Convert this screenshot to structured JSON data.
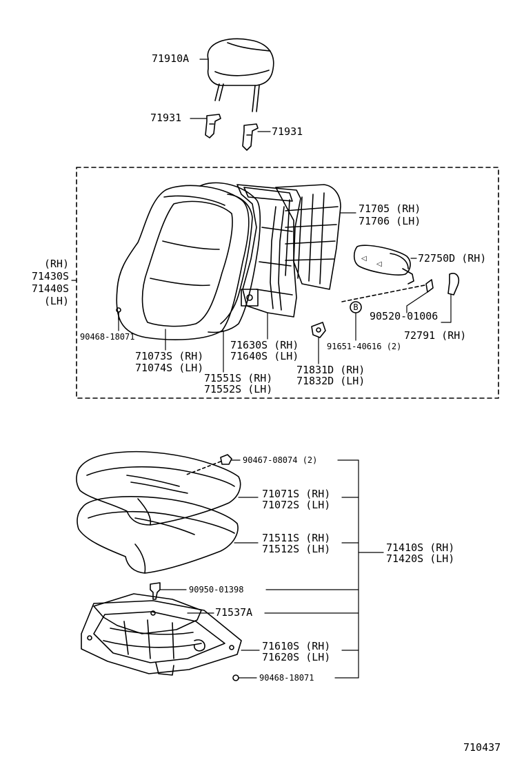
{
  "colors": {
    "ink": "#000000",
    "paper": "#ffffff"
  },
  "diagram_code": "710437",
  "labels": {
    "headrest": "71910A",
    "support_left": "71931",
    "support_right": "71931",
    "back_frame_rh": "71705 (RH)",
    "back_frame_lh": "71706 (LH)",
    "back_assy_rh_tag": "(RH)",
    "back_assy_rh": "71430S",
    "back_assy_lh": "71440S",
    "back_assy_lh_tag": "(LH)",
    "armrest": "72750D (RH)",
    "screw_90520": "90520-01006",
    "hook_72791": "72791 (RH)",
    "clip_90468_top": "90468-18071",
    "cover_rh": "71073S (RH)",
    "cover_lh": "71074S (LH)",
    "pad_rh": "71551S (RH)",
    "pad_lh": "71552S (LH)",
    "frame_rh": "71630S (RH)",
    "frame_lh": "71640S (LH)",
    "bolt_91651": "91651-40616 (2)",
    "bolt_marker": "B",
    "bracket_rh": "71831D (RH)",
    "bracket_lh": "71832D (LH)",
    "clip_90467": "90467-08074 (2)",
    "cushion_cover_rh": "71071S (RH)",
    "cushion_cover_lh": "71072S (LH)",
    "cushion_pad_rh": "71511S (RH)",
    "cushion_pad_lh": "71512S (LH)",
    "cushion_assy_rh": "71410S (RH)",
    "cushion_assy_lh": "71420S (LH)",
    "clip_90950": "90950-01398",
    "panel_71537": "71537A",
    "cushion_frame_rh": "71610S (RH)",
    "cushion_frame_lh": "71620S (LH)",
    "clip_90468_bottom": "90468-18071"
  }
}
